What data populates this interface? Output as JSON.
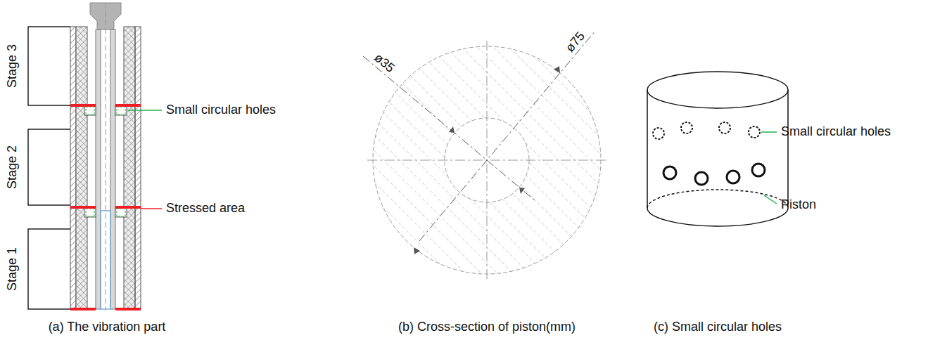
{
  "diagram": {
    "labels": [
      "Stage 3",
      "Stage 2",
      "Stage 1",
      "Small circular holes",
      "Stressed area",
      "(a) The vibration part",
      "ø35",
      "ø75",
      "(b) Cross-section of piston(mm)",
      "Small circular holes",
      "Piston",
      "(c) Small circular holes"
    ]
  }
}
